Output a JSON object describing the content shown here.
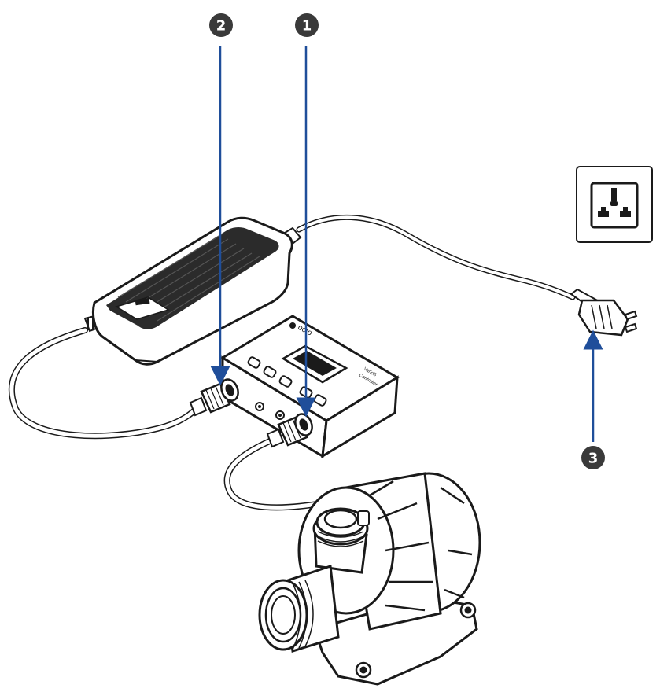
{
  "markers": [
    {
      "number": "1",
      "target": "pump-cable-connector"
    },
    {
      "number": "2",
      "target": "power-supply-connector"
    },
    {
      "number": "3",
      "target": "mains-power-plug"
    }
  ],
  "controller": {
    "brand": "octo",
    "model_line1": "VarioS",
    "model_line2": "Controller"
  },
  "colors": {
    "arrow": "#1f4e9a",
    "badge": "#3a3a3a",
    "line": "#1a1a1a",
    "power_brick": "#2b2b2b"
  }
}
